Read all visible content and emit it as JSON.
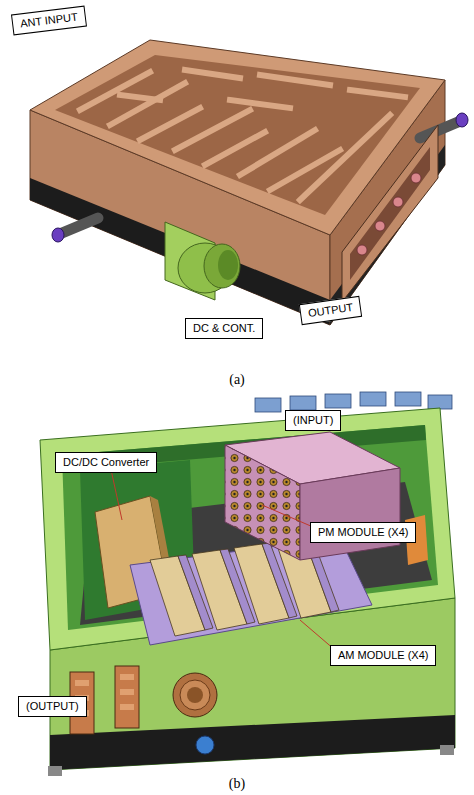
{
  "diagram": {
    "nodes": [
      {
        "text": [
          "ANT INPUT"
        ]
      },
      {
        "text": [
          "OUTPUT"
        ]
      },
      {
        "text": [
          "DC & CONT."
        ]
      },
      {
        "text": [
          "DC/DC Converter"
        ]
      },
      {
        "text": [
          "(INPUT)"
        ]
      },
      {
        "text": [
          "PM MODULE (X4)"
        ]
      },
      {
        "text": [
          "AM MODULE (X4)"
        ]
      },
      {
        "text": [
          "(OUTPUT)"
        ]
      }
    ],
    "labels": [
      "(a)",
      "(b)"
    ]
  }
}
